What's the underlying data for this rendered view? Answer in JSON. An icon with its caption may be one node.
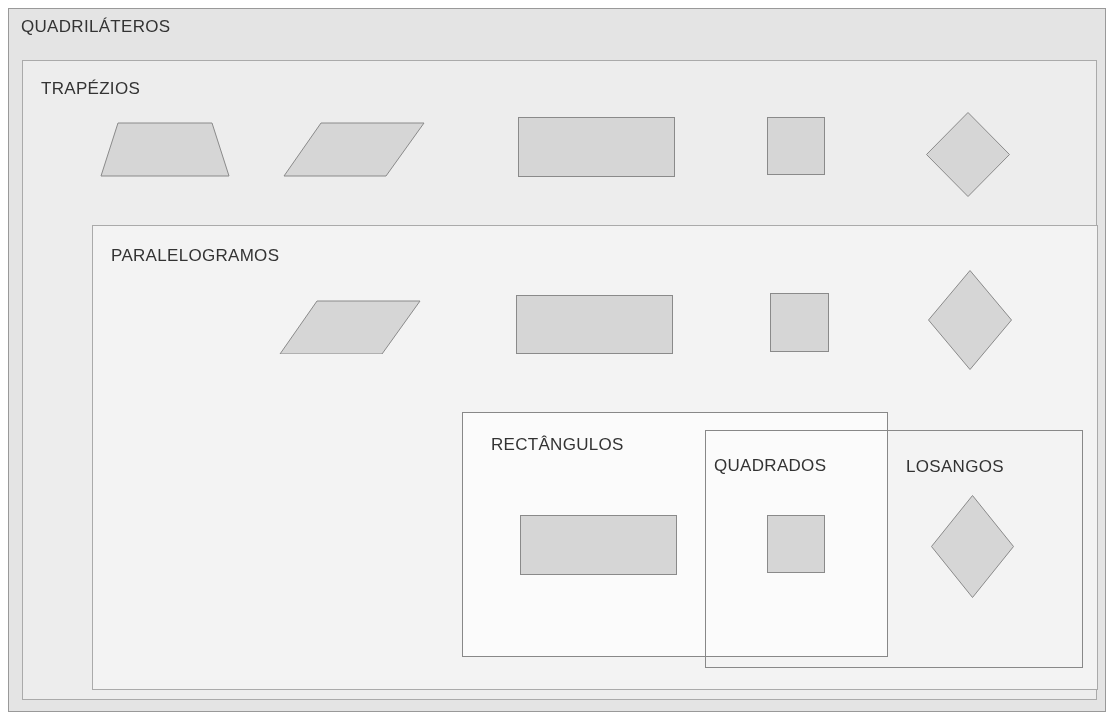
{
  "diagram": {
    "nodes": [
      {
        "text": [
          "QUADRILÁTEROS"
        ]
      },
      {
        "text": [
          "TRAPÉZIOS"
        ],
        "in": 0
      },
      {
        "text": [],
        "shape": "trapezoid",
        "in": 1
      },
      {
        "text": [],
        "shape": "parallelogram",
        "in": 1
      },
      {
        "text": [],
        "shape": "rectangle",
        "in": 1
      },
      {
        "text": [],
        "shape": "square",
        "in": 1
      },
      {
        "text": [],
        "shape": "diamond",
        "in": 1
      },
      {
        "text": [
          "PARALELOGRAMOS"
        ],
        "in": 1
      },
      {
        "text": [],
        "shape": "parallelogram",
        "in": 7
      },
      {
        "text": [],
        "shape": "rectangle",
        "in": 7
      },
      {
        "text": [],
        "shape": "square",
        "in": 7
      },
      {
        "text": [],
        "shape": "diamond",
        "in": 7
      },
      {
        "text": [
          "RECTÂNGULOS"
        ],
        "in": 7
      },
      {
        "text": [],
        "shape": "rectangle",
        "in": 12
      },
      {
        "text": [
          "QUADRADOS"
        ]
      },
      {
        "text": [],
        "shape": "square"
      },
      {
        "text": [
          "LOSANGOS"
        ],
        "in": 7
      },
      {
        "text": [],
        "shape": "diamond",
        "in": 16
      }
    ]
  }
}
